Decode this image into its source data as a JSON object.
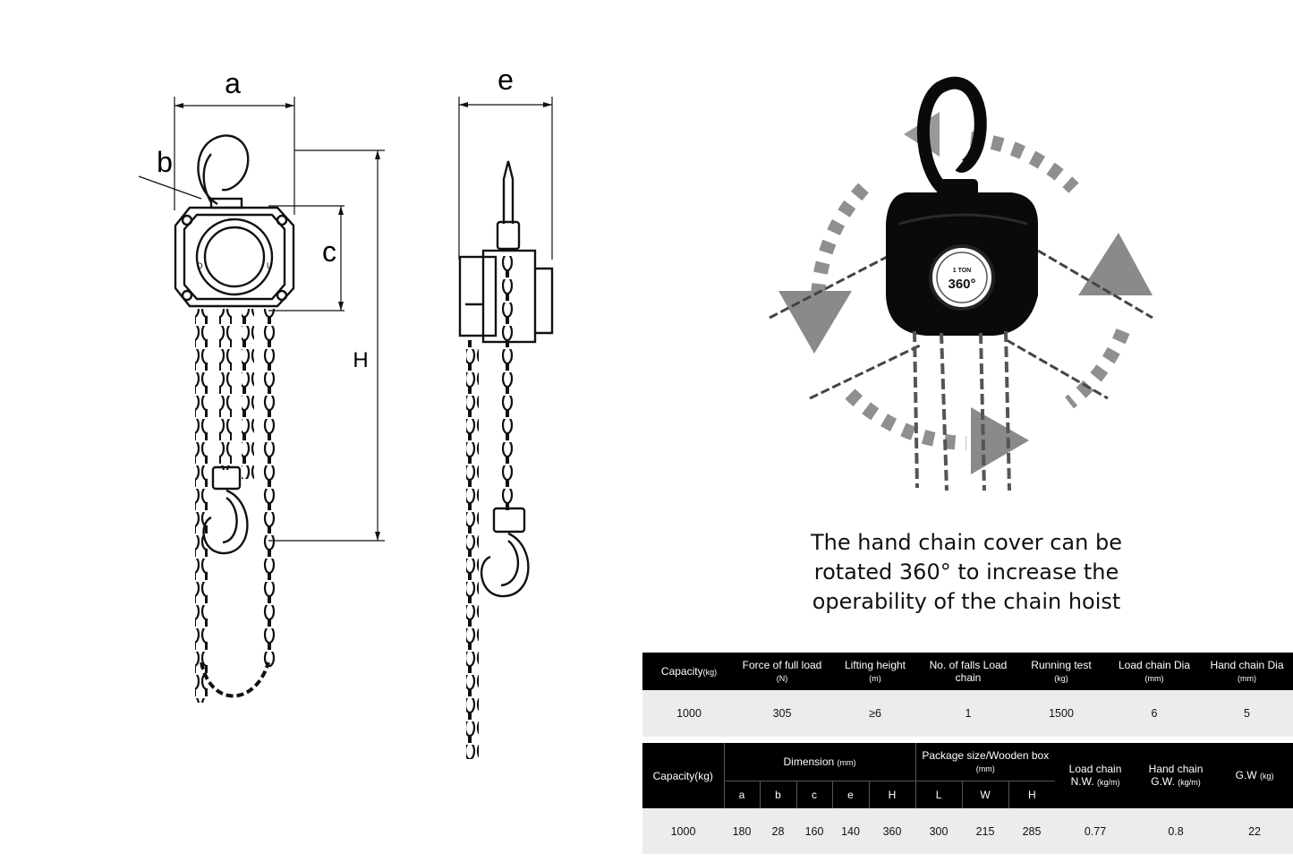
{
  "diagram": {
    "dim_labels": {
      "a": "a",
      "b": "b",
      "c": "c",
      "e": "e",
      "H": "H"
    },
    "badge": {
      "top": "1 TON",
      "bottom": "360°"
    }
  },
  "caption": {
    "line1": "The hand chain cover can be",
    "line2": "rotated 360° to increase the",
    "line3": "operability of the chain hoist"
  },
  "table1": {
    "headers": [
      {
        "main": "Capacity",
        "unit": "(kg)"
      },
      {
        "main": "Force of full load",
        "unit": "(N)"
      },
      {
        "main": "Lifting height",
        "unit": "(m)"
      },
      {
        "main": "No. of falls Load chain",
        "unit": ""
      },
      {
        "main": "Running test",
        "unit": "(kg)"
      },
      {
        "main": "Load chain Dia",
        "unit": "(mm)"
      },
      {
        "main": "Hand chain Dia",
        "unit": "(mm)"
      }
    ],
    "row": [
      "1000",
      "305",
      "≥6",
      "1",
      "1500",
      "6",
      "5"
    ]
  },
  "table2": {
    "capacity_header": "Capacity(kg)",
    "dimension_header": "Dimension",
    "dimension_unit": "(mm)",
    "dimension_sub": [
      "a",
      "b",
      "c",
      "e",
      "H"
    ],
    "package_header": "Package size/Wooden box",
    "package_unit": "(mm)",
    "package_sub": [
      "L",
      "W",
      "H"
    ],
    "load_chain_header": "Load chain N.W.",
    "load_chain_unit": "(kg/m)",
    "hand_chain_header": "Hand chain G.W.",
    "hand_chain_unit": "(kg/m)",
    "gw_header": "G.W",
    "gw_unit": "(kg)",
    "row": [
      "1000",
      "180",
      "28",
      "160",
      "140",
      "360",
      "300",
      "215",
      "285",
      "0.77",
      "0.8",
      "22"
    ]
  }
}
